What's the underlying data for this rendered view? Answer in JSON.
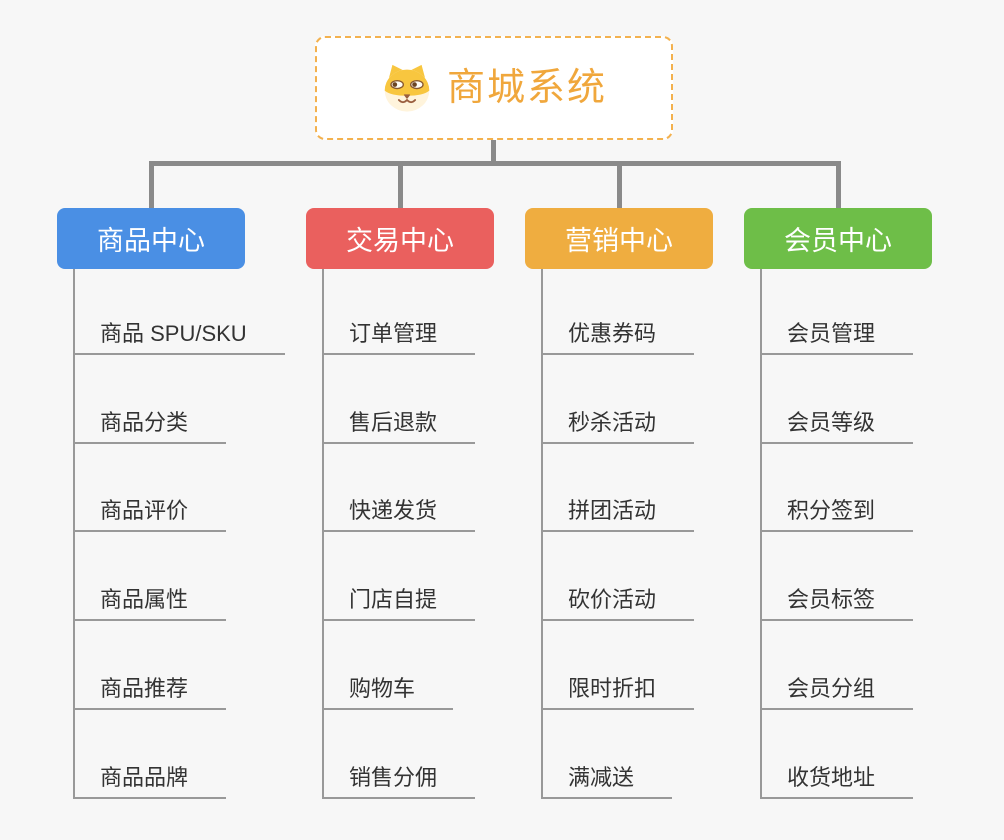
{
  "root": {
    "title": "商城系统",
    "icon": "shiba-dog-icon"
  },
  "colors": {
    "background": "#F7F7F7",
    "connector": "#8A8A8A",
    "topic_line": "#999999",
    "topic_text": "#333333",
    "root_border": "#F3B14E",
    "root_title": "#F0A73C",
    "root_background": "#FFFFFF"
  },
  "branches": [
    {
      "label": "商品中心",
      "color": "#4A8FE4",
      "items": [
        "商品 SPU/SKU",
        "商品分类",
        "商品评价",
        "商品属性",
        "商品推荐",
        "商品品牌"
      ]
    },
    {
      "label": "交易中心",
      "color": "#EA605E",
      "items": [
        "订单管理",
        "售后退款",
        "快递发货",
        "门店自提",
        "购物车",
        "销售分佣"
      ]
    },
    {
      "label": "营销中心",
      "color": "#EFAD40",
      "items": [
        "优惠券码",
        "秒杀活动",
        "拼团活动",
        "砍价活动",
        "限时折扣",
        "满减送"
      ]
    },
    {
      "label": "会员中心",
      "color": "#6EBE48",
      "items": [
        "会员管理",
        "会员等级",
        "积分签到",
        "会员标签",
        "会员分组",
        "收货地址"
      ]
    }
  ]
}
